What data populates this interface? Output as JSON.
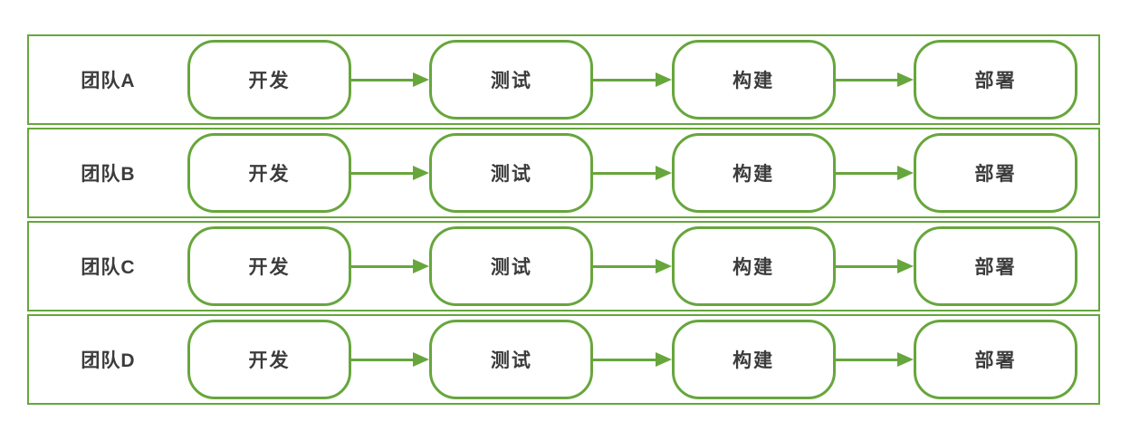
{
  "theme": {
    "stroke": "#67a63c",
    "text": "#3b3b3b",
    "background": "#ffffff"
  },
  "diagram": {
    "type": "swimlane-flowchart",
    "lanes": [
      {
        "label": "团队A",
        "nodes": [
          "开发",
          "测试",
          "构建",
          "部署"
        ]
      },
      {
        "label": "团队B",
        "nodes": [
          "开发",
          "测试",
          "构建",
          "部署"
        ]
      },
      {
        "label": "团队C",
        "nodes": [
          "开发",
          "测试",
          "构建",
          "部署"
        ]
      },
      {
        "label": "团队D",
        "nodes": [
          "开发",
          "测试",
          "构建",
          "部署"
        ]
      }
    ],
    "connector": "right-arrow"
  }
}
